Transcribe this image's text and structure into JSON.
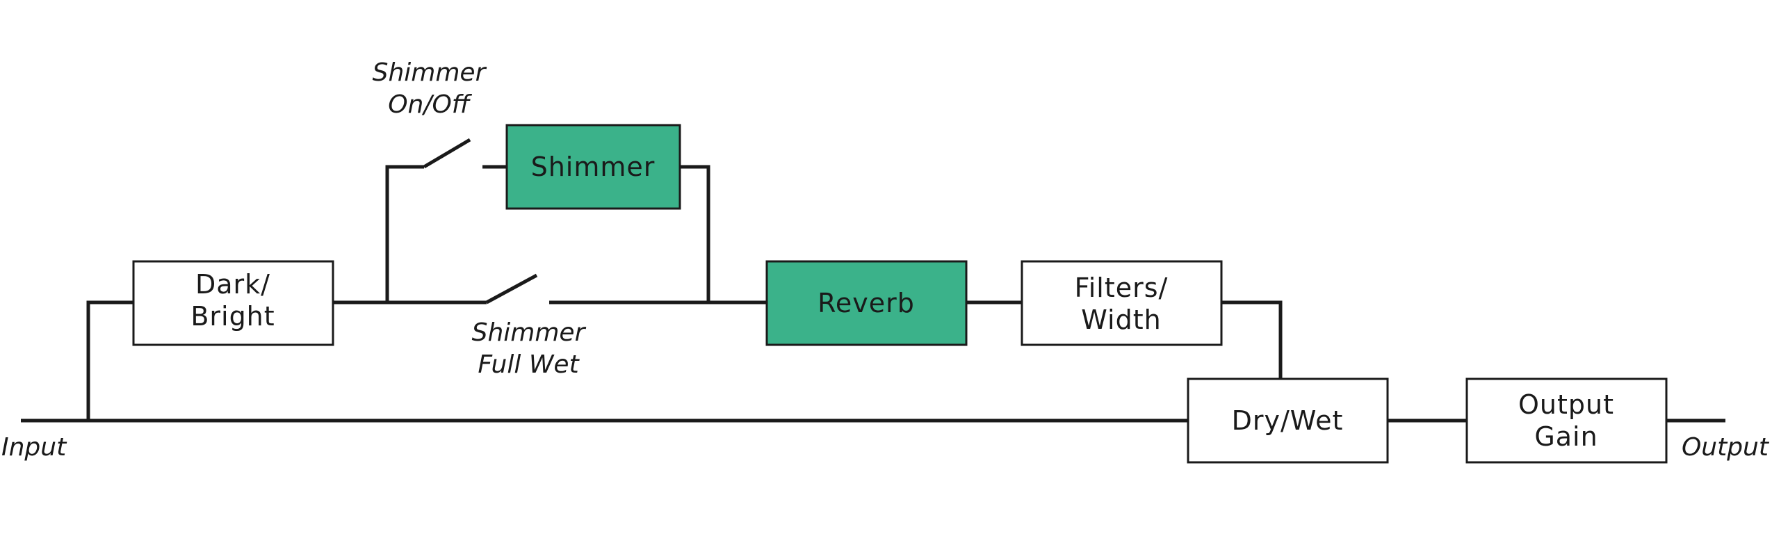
{
  "io": {
    "input_label": "Input",
    "output_label": "Output"
  },
  "blocks": {
    "dark_bright": {
      "line1": "Dark/",
      "line2": "Bright"
    },
    "shimmer": {
      "label": "Shimmer"
    },
    "reverb": {
      "label": "Reverb"
    },
    "filters_width": {
      "line1": "Filters/",
      "line2": "Width"
    },
    "dry_wet": {
      "label": "Dry/Wet"
    },
    "output_gain": {
      "line1": "Output",
      "line2": "Gain"
    }
  },
  "switches": {
    "shimmer_on_off": {
      "line1": "Shimmer",
      "line2": "On/Off"
    },
    "shimmer_full_wet": {
      "line1": "Shimmer",
      "line2": "Full Wet"
    }
  },
  "colors": {
    "active_block": "#3bb28a",
    "line": "#1a1a1a",
    "box_fill": "#ffffff"
  }
}
